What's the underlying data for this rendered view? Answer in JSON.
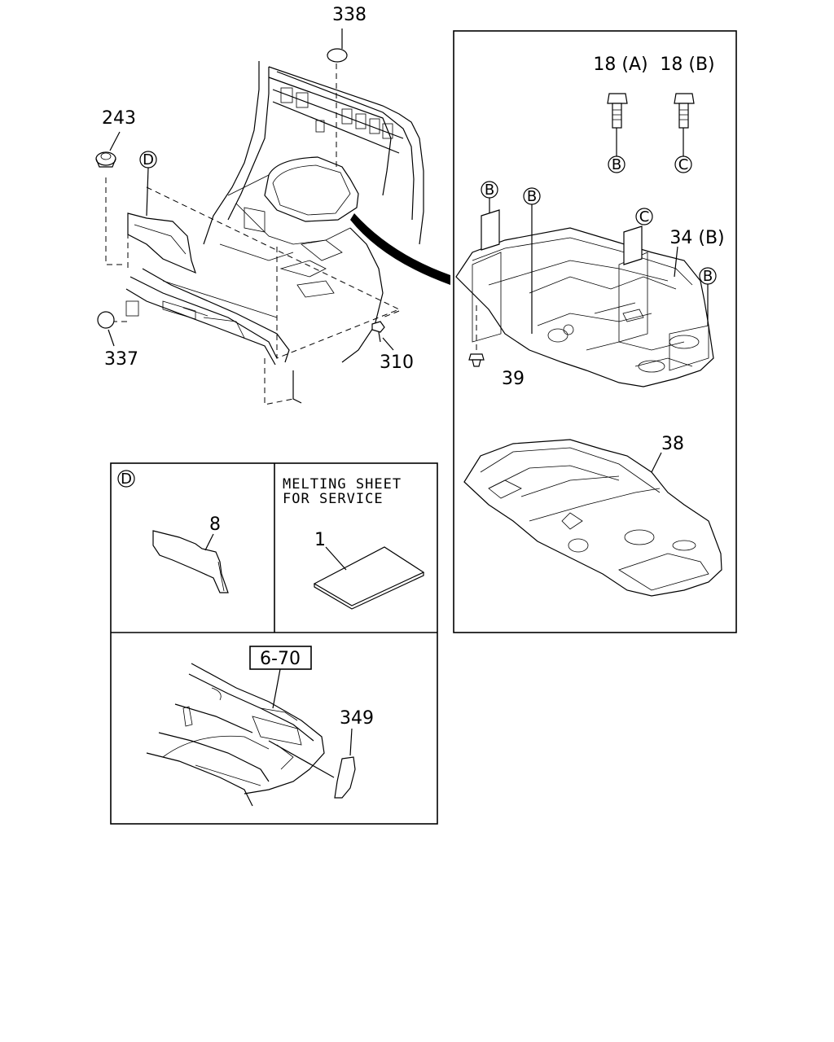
{
  "callouts": {
    "c338": "338",
    "c243": "243",
    "c337": "337",
    "c310": "310",
    "c18a": "18 (A)",
    "c18b": "18 (B)",
    "c34b": "34 (B)",
    "c39": "39",
    "c38": "38",
    "c8": "8",
    "c1": "1",
    "c670": "6-70",
    "c349": "349"
  },
  "markers": {
    "d": "D",
    "b": "B",
    "c": "C"
  },
  "note": {
    "line1": "MELTING SHEET",
    "line2": "FOR SERVICE"
  }
}
